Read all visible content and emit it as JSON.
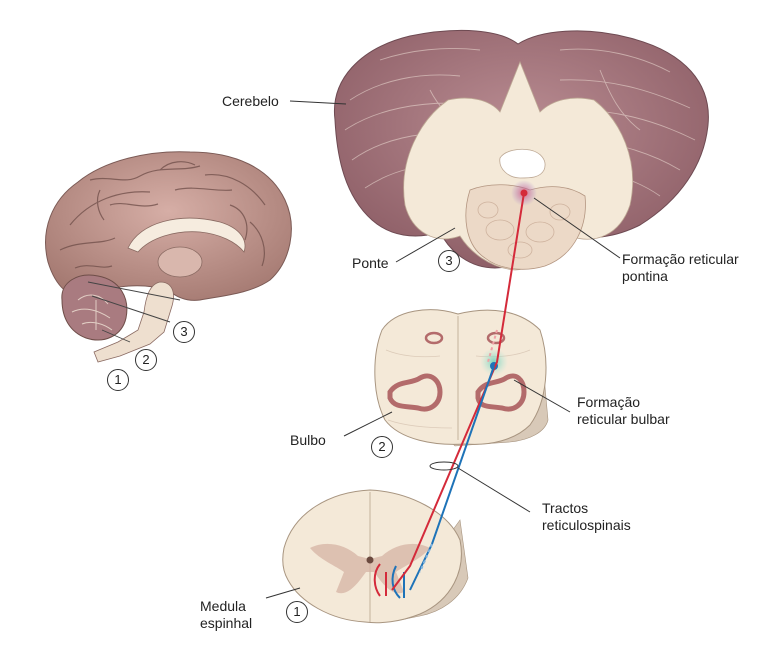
{
  "labels": {
    "cerebelo": "Cerebelo",
    "ponte": "Ponte",
    "formacao_pontina": [
      "Formação reticular",
      "pontina"
    ],
    "bulbo": "Bulbo",
    "formacao_bulbar": [
      "Formação",
      "reticular bulbar"
    ],
    "tractos": [
      "Tractos",
      "reticulospinais"
    ],
    "medula": [
      "Medula",
      "espinhal"
    ]
  },
  "section_numbers": {
    "ponte": "3",
    "bulbo": "2",
    "medula": "1",
    "brain_1": "1",
    "brain_2": "2",
    "brain_3": "3"
  },
  "colors": {
    "pontine_tract": "#d42a3a",
    "bulbar_tract": "#1e73b8",
    "cerebellum": "#a87a82",
    "tissue": "#f3e7d8",
    "grey_matter": "#c99a8e"
  }
}
